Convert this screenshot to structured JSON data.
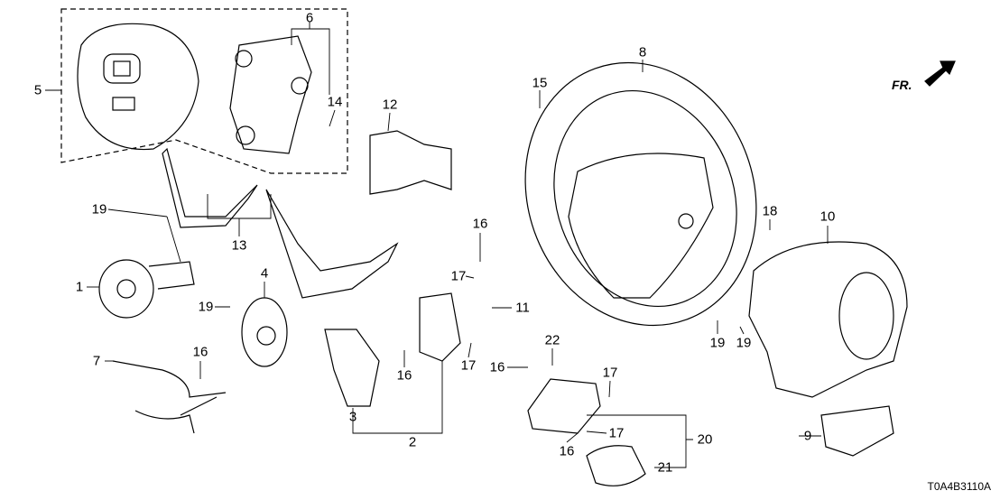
{
  "diagram_code": "T0A4B3110A",
  "direction_label": "FR.",
  "callouts": [
    {
      "id": "c5",
      "text": "5"
    },
    {
      "id": "c6",
      "text": "6"
    },
    {
      "id": "c14",
      "text": "14"
    },
    {
      "id": "c12",
      "text": "12"
    },
    {
      "id": "c8",
      "text": "8"
    },
    {
      "id": "c15",
      "text": "15"
    },
    {
      "id": "c19a",
      "text": "19"
    },
    {
      "id": "c1",
      "text": "1"
    },
    {
      "id": "c13",
      "text": "13"
    },
    {
      "id": "c4",
      "text": "4"
    },
    {
      "id": "c19b",
      "text": "19"
    },
    {
      "id": "c16a",
      "text": "16"
    },
    {
      "id": "c17a",
      "text": "17"
    },
    {
      "id": "c11",
      "text": "11"
    },
    {
      "id": "c18",
      "text": "18"
    },
    {
      "id": "c10",
      "text": "10"
    },
    {
      "id": "c19c",
      "text": "19"
    },
    {
      "id": "c19d",
      "text": "19"
    },
    {
      "id": "c7",
      "text": "7"
    },
    {
      "id": "c16b",
      "text": "16"
    },
    {
      "id": "c16c",
      "text": "16"
    },
    {
      "id": "c17b",
      "text": "17"
    },
    {
      "id": "c3",
      "text": "3"
    },
    {
      "id": "c2",
      "text": "2"
    },
    {
      "id": "c22",
      "text": "22"
    },
    {
      "id": "c16d",
      "text": "16"
    },
    {
      "id": "c17c",
      "text": "17"
    },
    {
      "id": "c17d",
      "text": "17"
    },
    {
      "id": "c20",
      "text": "20"
    },
    {
      "id": "c16e",
      "text": "16"
    },
    {
      "id": "c21",
      "text": "21"
    },
    {
      "id": "c9",
      "text": "9"
    }
  ]
}
